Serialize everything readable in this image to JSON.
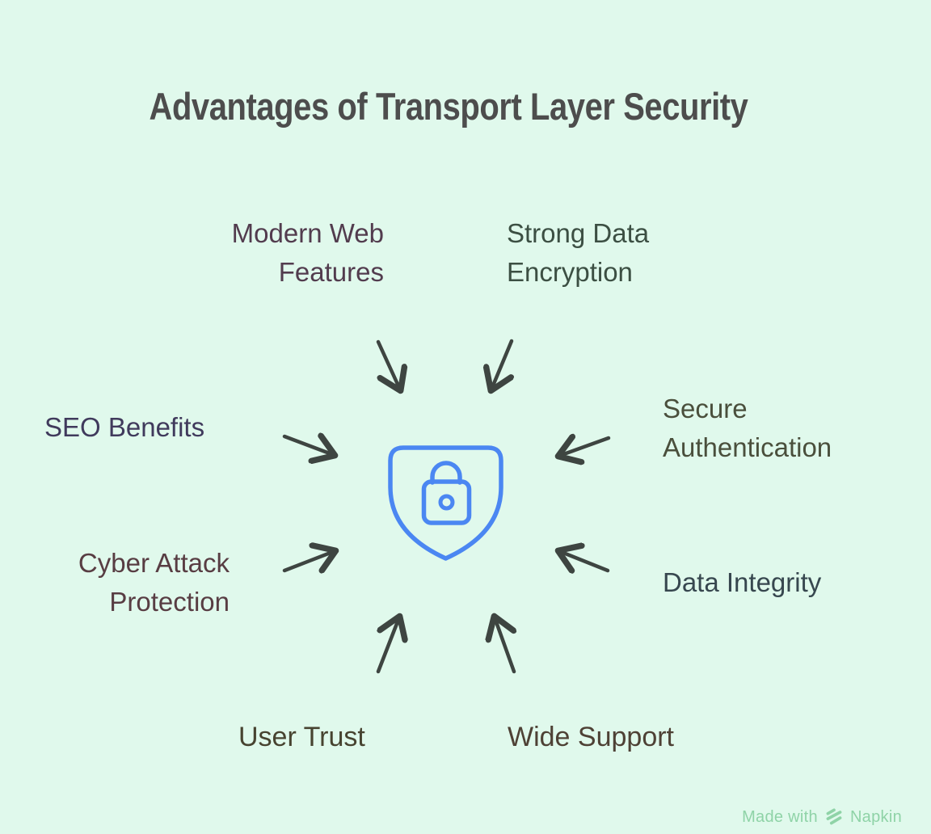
{
  "background_color": "#e0f9ec",
  "title": {
    "text": "Advantages of Transport Layer Security",
    "color": "#4d4d4d"
  },
  "center_icon": {
    "name": "shield-lock",
    "color": "#4b87f2"
  },
  "arrow_color": "#3e4541",
  "labels": [
    {
      "id": "modern-web-features",
      "text": "Modern Web\nFeatures",
      "color": "#523c4e"
    },
    {
      "id": "strong-data-encryption",
      "text": "Strong Data\nEncryption",
      "color": "#3c4f43"
    },
    {
      "id": "seo-benefits",
      "text": "SEO Benefits",
      "color": "#403a5c"
    },
    {
      "id": "secure-authentication",
      "text": "Secure\nAuthentication",
      "color": "#4a4f3c"
    },
    {
      "id": "cyber-attack-protection",
      "text": "Cyber Attack\nProtection",
      "color": "#583d43"
    },
    {
      "id": "data-integrity",
      "text": "Data Integrity",
      "color": "#37474f"
    },
    {
      "id": "user-trust",
      "text": "User Trust",
      "color": "#474330"
    },
    {
      "id": "wide-support",
      "text": "Wide Support",
      "color": "#4e4135"
    }
  ],
  "watermark": {
    "prefix": "Made with",
    "brand": "Napkin",
    "color": "#8fd3a7"
  }
}
